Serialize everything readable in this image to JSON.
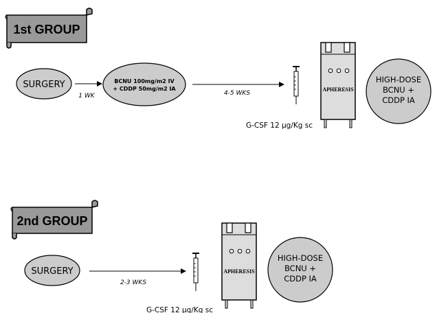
{
  "groups": [
    {
      "banner": "1st GROUP",
      "surgery": "SURGERY",
      "interval1": "1 WK",
      "chemo_line1": "BCNU 100mg/m2 IV",
      "chemo_line2": "+ CDDP 50mg/m2 IA",
      "interval2": "4-5 WKS",
      "gcsf": "G-CSF 12 µg/Kg sc",
      "apheresis": "APHERESIS",
      "highdose_line1": "HIGH-DOSE",
      "highdose_line2": "BCNU +",
      "highdose_line3": "CDDP IA"
    },
    {
      "banner": "2nd GROUP",
      "surgery": "SURGERY",
      "interval": "2-3 WKS",
      "gcsf": "G-CSF 12 µg/Kg sc",
      "apheresis": "APHERESIS",
      "highdose_line1": "HIGH-DOSE",
      "highdose_line2": "BCNU +",
      "highdose_line3": "CDDP IA"
    }
  ],
  "colors": {
    "shape_fill": "#cccccc",
    "banner_fill": "#999999",
    "machine_fill": "#dddddd",
    "stroke": "#000000"
  }
}
